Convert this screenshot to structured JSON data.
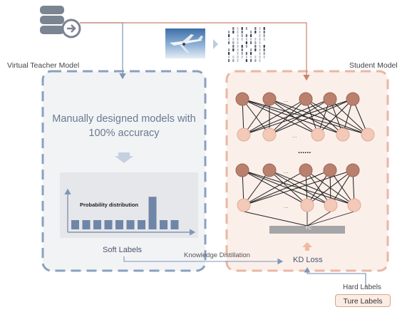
{
  "teacher": {
    "title": "Virtual Teacher Model",
    "description": "Manually designed models with 100% accuracy",
    "chart_title": "Probability distribution",
    "soft_labels": "Soft Labels",
    "probabilities": [
      0.25,
      0.25,
      0.25,
      0.25,
      0.25,
      0.25,
      0.25,
      0.88,
      0.25,
      0.25
    ],
    "bar_color": "#6f86a8",
    "panel_color": "#eef0f3",
    "border_color": "#8aa0bf"
  },
  "student": {
    "title": "Student Model",
    "kd_loss": "KD Loss",
    "fc_label": "FC",
    "hard_labels": "Hard Labels",
    "true_labels": "Ture Labels",
    "ellipsis": "......",
    "node_dark": "#b9806e",
    "node_light": "#f3c9b8",
    "panel_color": "#fbefea",
    "border_color": "#e9b7a3"
  },
  "connectors": {
    "knowledge_distillation": "Knowledge Distillation",
    "data_icon": "database-export-icon",
    "airplane_icon": "airplane-image-icon",
    "pixels_icon": "pixel-matrix-icon",
    "arrow_blue": "#7f97b8",
    "arrow_red": "#c9846c"
  }
}
